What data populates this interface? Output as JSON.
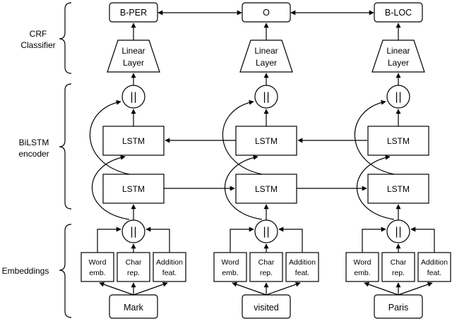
{
  "sections": {
    "crf": [
      "CRF",
      "Classifier"
    ],
    "bilstm": [
      "BiLSTM",
      "encoder"
    ],
    "embeddings": [
      "Embeddings"
    ]
  },
  "columns": [
    {
      "word": "Mark",
      "tag": "B-PER"
    },
    {
      "word": "visited",
      "tag": "O"
    },
    {
      "word": "Paris",
      "tag": "B-LOC"
    }
  ],
  "labels": {
    "linear": [
      "Linear",
      "Layer"
    ],
    "lstm": "LSTM",
    "concat": "||",
    "word_emb": [
      "Word",
      "emb."
    ],
    "char_rep": [
      "Char",
      "rep."
    ],
    "addition_feat": [
      "Addition",
      "feat."
    ]
  }
}
